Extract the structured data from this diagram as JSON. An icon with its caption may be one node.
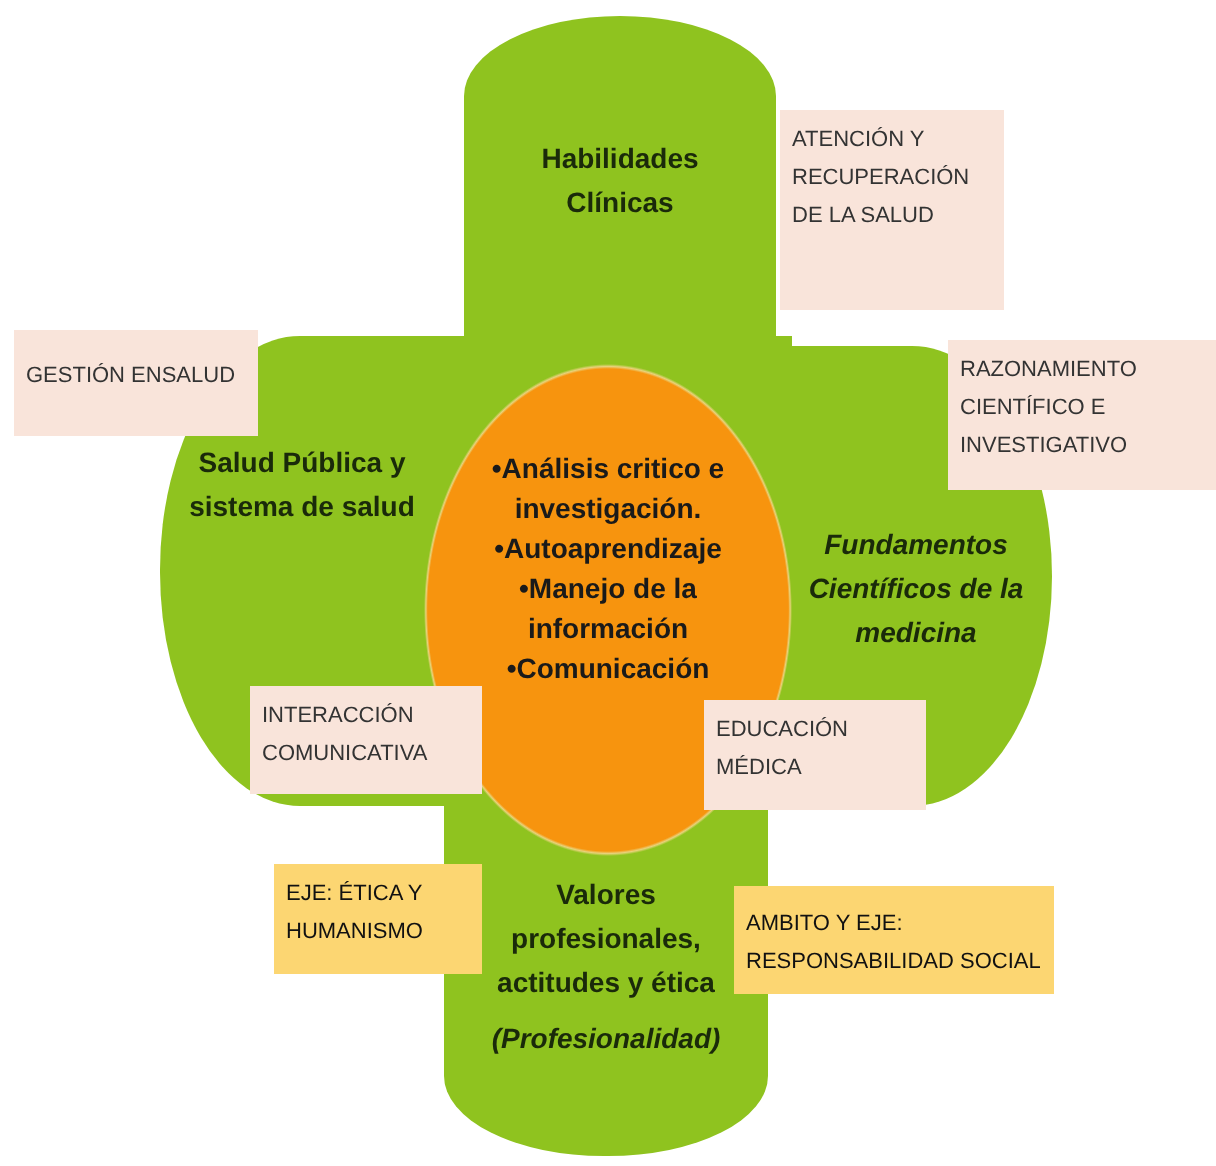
{
  "diagram": {
    "nodes": [
      {
        "text": [
          "Habilidades Clínicas"
        ]
      },
      {
        "text": [
          "ATENCIÓN Y RECUPERACIÓN DE LA SALUD"
        ]
      },
      {
        "text": [
          "GESTIÓN ENSALUD"
        ]
      },
      {
        "text": [
          "RAZONAMIENTO CIENTÍFICO E INVESTIGATIVO"
        ]
      },
      {
        "text": [
          "Salud Pública y sistema de salud"
        ]
      },
      {
        "text": [
          "•Análisis critico e investigación.",
          "•Autoaprendizaje",
          "•Manejo de la información",
          "•Comunicación"
        ]
      },
      {
        "text": [
          "Fundamentos Científicos de la medicina"
        ]
      },
      {
        "text": [
          "INTERACCIÓN COMUNICATIVA"
        ]
      },
      {
        "text": [
          "EDUCACIÓN MÉDICA"
        ]
      },
      {
        "text": [
          "EJE: ÉTICA Y HUMANISMO"
        ]
      },
      {
        "text": [
          "Valores profesionales, actitudes y ética",
          "(Profesionalidad)"
        ]
      },
      {
        "text": [
          "AMBITO Y EJE: RESPONSABILIDAD SOCIAL"
        ]
      }
    ]
  }
}
